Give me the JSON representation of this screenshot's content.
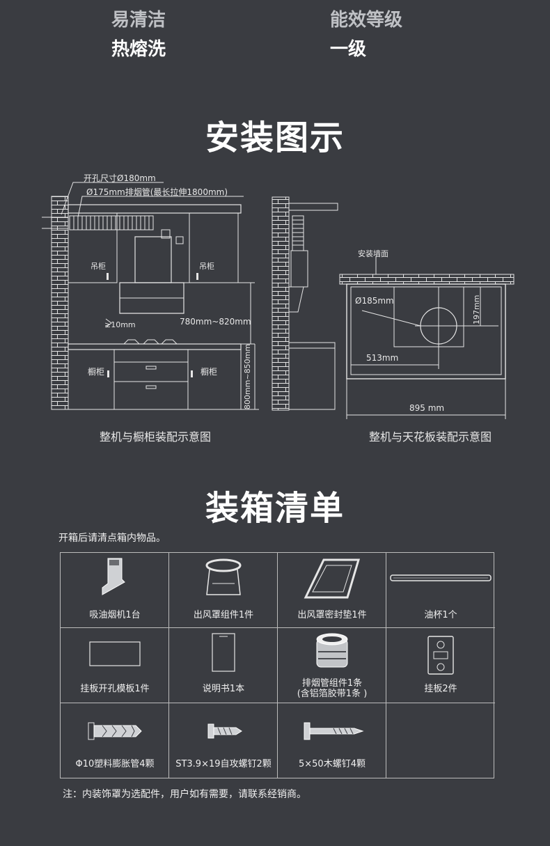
{
  "features": [
    {
      "label": "易清洁",
      "value": "热熔洗"
    },
    {
      "label": "能效等级",
      "value": "一级"
    }
  ],
  "install": {
    "title": "安装图示",
    "left": {
      "hole_label": "开孔尺寸Ø180mm",
      "pipe_label": "Ø175mm排烟管(最长拉伸1800mm)",
      "wall_cabinet_left": "吊柜",
      "wall_cabinet_right": "吊柜",
      "gap_label": "≥10mm",
      "height_label": "780mm~820mm",
      "base_cabinet_left": "橱柜",
      "base_cabinet_right": "橱柜",
      "counter_height_label": "800mm~850mm",
      "caption": "整机与橱柜装配示意图"
    },
    "right": {
      "wall_label": "安装墙面",
      "diameter_label": "Ø185mm",
      "depth_label": "197mm",
      "offset_label": "513mm",
      "width_label": "895 mm",
      "caption": "整机与天花板装配示意图"
    }
  },
  "packing": {
    "title": "装箱清单",
    "intro": "开箱后请清点箱内物品。",
    "items": [
      {
        "icon": "range-hood-icon",
        "label": "吸油烟机1台"
      },
      {
        "icon": "outlet-cover-icon",
        "label": "出风罩组件1件"
      },
      {
        "icon": "seal-gasket-icon",
        "label": "出风罩密封垫1件"
      },
      {
        "icon": "oil-cup-icon",
        "label": "油杯1个"
      },
      {
        "icon": "template-board-icon",
        "label": "挂板开孔模板1件"
      },
      {
        "icon": "manual-icon",
        "label": "说明书1本"
      },
      {
        "icon": "exhaust-pipe-icon",
        "label": "排烟管组件1条",
        "label2": "(含铝箔胶带1条 )"
      },
      {
        "icon": "hanging-board-icon",
        "label": "挂板2件"
      },
      {
        "icon": "expansion-tube-icon",
        "label": "Φ10塑料膨胀管4颗"
      },
      {
        "icon": "tapping-screw-icon",
        "label": "ST3.9×19自攻螺钉2颗"
      },
      {
        "icon": "wood-screw-icon",
        "label": "5×50木螺钉4颗"
      }
    ],
    "note": "注：内装饰罩为选配件，用户如有需要，请联系经销商。"
  }
}
